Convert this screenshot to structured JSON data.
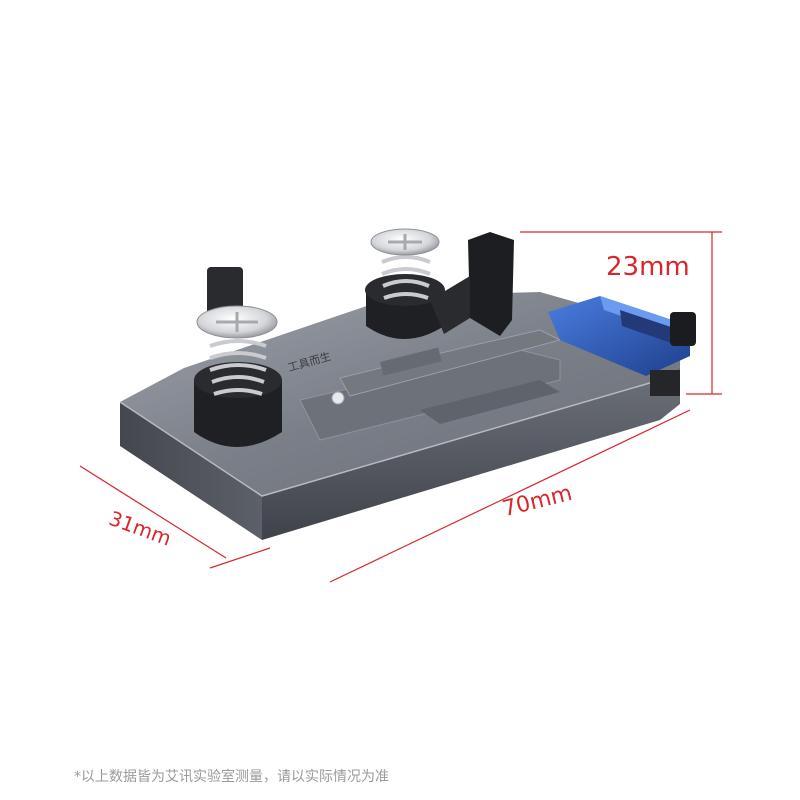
{
  "dimensions": {
    "height": "23mm",
    "length": "70mm",
    "width": "31mm"
  },
  "engraving": "工具而生",
  "footnote": "*以上数据皆为艾讯实验室测量，请以实际情况为准",
  "colors": {
    "dimension_lines": "#d8262c",
    "plate_body": "#5a5d66",
    "plate_top": "#8a8e97",
    "clamp_blue": "#2f5fbf"
  }
}
